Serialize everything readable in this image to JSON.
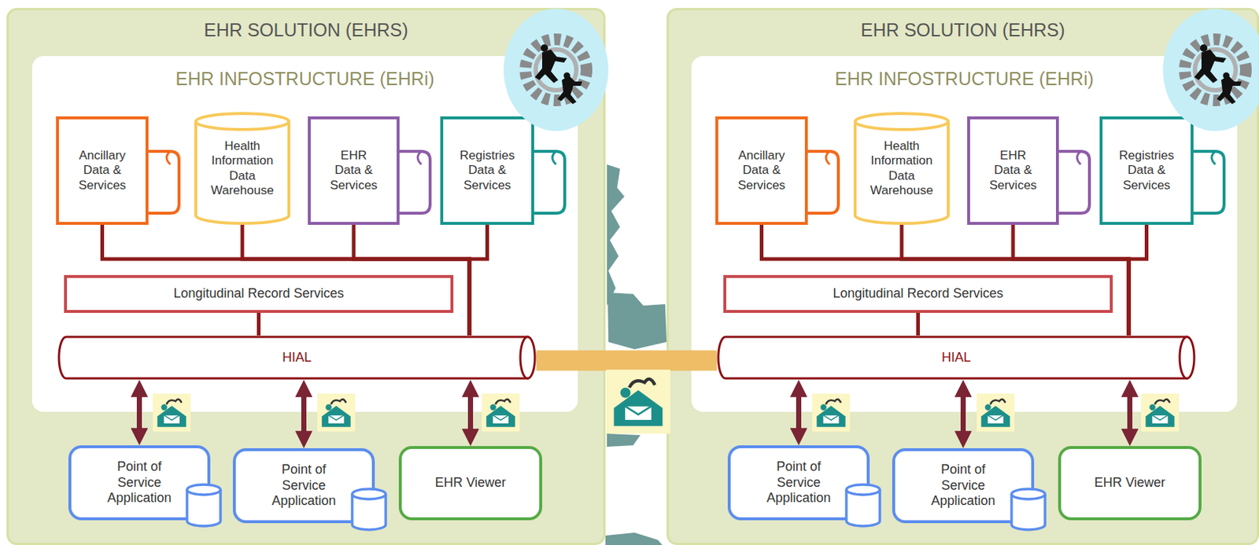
{
  "diagram": {
    "nodes": [
      {
        "text": [
          "EHR SOLUTION (EHRS)"
        ]
      },
      {
        "text": [
          "EHR INFOSTRUCTURE (EHRi)"
        ],
        "in": 0
      },
      {
        "text": [
          "Ancillary Data & Services"
        ],
        "in": 1
      },
      {
        "text": [
          "Health Information Data Warehouse"
        ],
        "in": 1
      },
      {
        "text": [
          "EHR Data & Services"
        ],
        "in": 1
      },
      {
        "text": [
          "Registries Data & Services"
        ],
        "in": 1
      },
      {
        "text": [
          "Longitudinal Record Services"
        ],
        "in": 1
      },
      {
        "text": [
          "HIAL"
        ],
        "in": 1
      },
      {
        "text": [
          "Point of Service Application"
        ],
        "in": 0
      },
      {
        "text": [
          "Point of Service Application"
        ],
        "in": 0
      },
      {
        "text": [
          "EHR Viewer"
        ],
        "in": 0
      },
      {
        "text": [
          "EHR SOLUTION (EHRS)"
        ]
      },
      {
        "text": [
          "EHR INFOSTRUCTURE (EHRi)"
        ],
        "in": 11
      },
      {
        "text": [
          "Ancillary Data & Services"
        ],
        "in": 12
      },
      {
        "text": [
          "Health Information Data Warehouse"
        ],
        "in": 12
      },
      {
        "text": [
          "EHR Data & Services"
        ],
        "in": 12
      },
      {
        "text": [
          "Registries Data & Services"
        ],
        "in": 12
      },
      {
        "text": [
          "Longitudinal Record Services"
        ],
        "in": 12
      },
      {
        "text": [
          "HIAL"
        ],
        "in": 12
      },
      {
        "text": [
          "Point of Service Application"
        ],
        "in": 11
      },
      {
        "text": [
          "Point of Service Application"
        ],
        "in": 11
      },
      {
        "text": [
          "EHR Viewer"
        ],
        "in": 11
      }
    ],
    "edges": [
      {
        "from": 2,
        "to": 7,
        "arrow": "none"
      },
      {
        "from": 3,
        "to": 7,
        "arrow": "none"
      },
      {
        "from": 4,
        "to": 7,
        "arrow": "none"
      },
      {
        "from": 5,
        "to": 7,
        "arrow": "none"
      },
      {
        "from": 6,
        "to": 7,
        "arrow": "none"
      },
      {
        "from": 7,
        "to": 8,
        "arrow": "both"
      },
      {
        "from": 7,
        "to": 9,
        "arrow": "both"
      },
      {
        "from": 7,
        "to": 10,
        "arrow": "both"
      },
      {
        "from": 7,
        "to": 18,
        "arrow": "none"
      },
      {
        "from": 13,
        "to": 18,
        "arrow": "none"
      },
      {
        "from": 14,
        "to": 18,
        "arrow": "none"
      },
      {
        "from": 15,
        "to": 18,
        "arrow": "none"
      },
      {
        "from": 16,
        "to": 18,
        "arrow": "none"
      },
      {
        "from": 17,
        "to": 18,
        "arrow": "none"
      },
      {
        "from": 18,
        "to": 19,
        "arrow": "both"
      },
      {
        "from": 18,
        "to": 20,
        "arrow": "both"
      },
      {
        "from": 18,
        "to": 21,
        "arrow": "both"
      }
    ]
  }
}
